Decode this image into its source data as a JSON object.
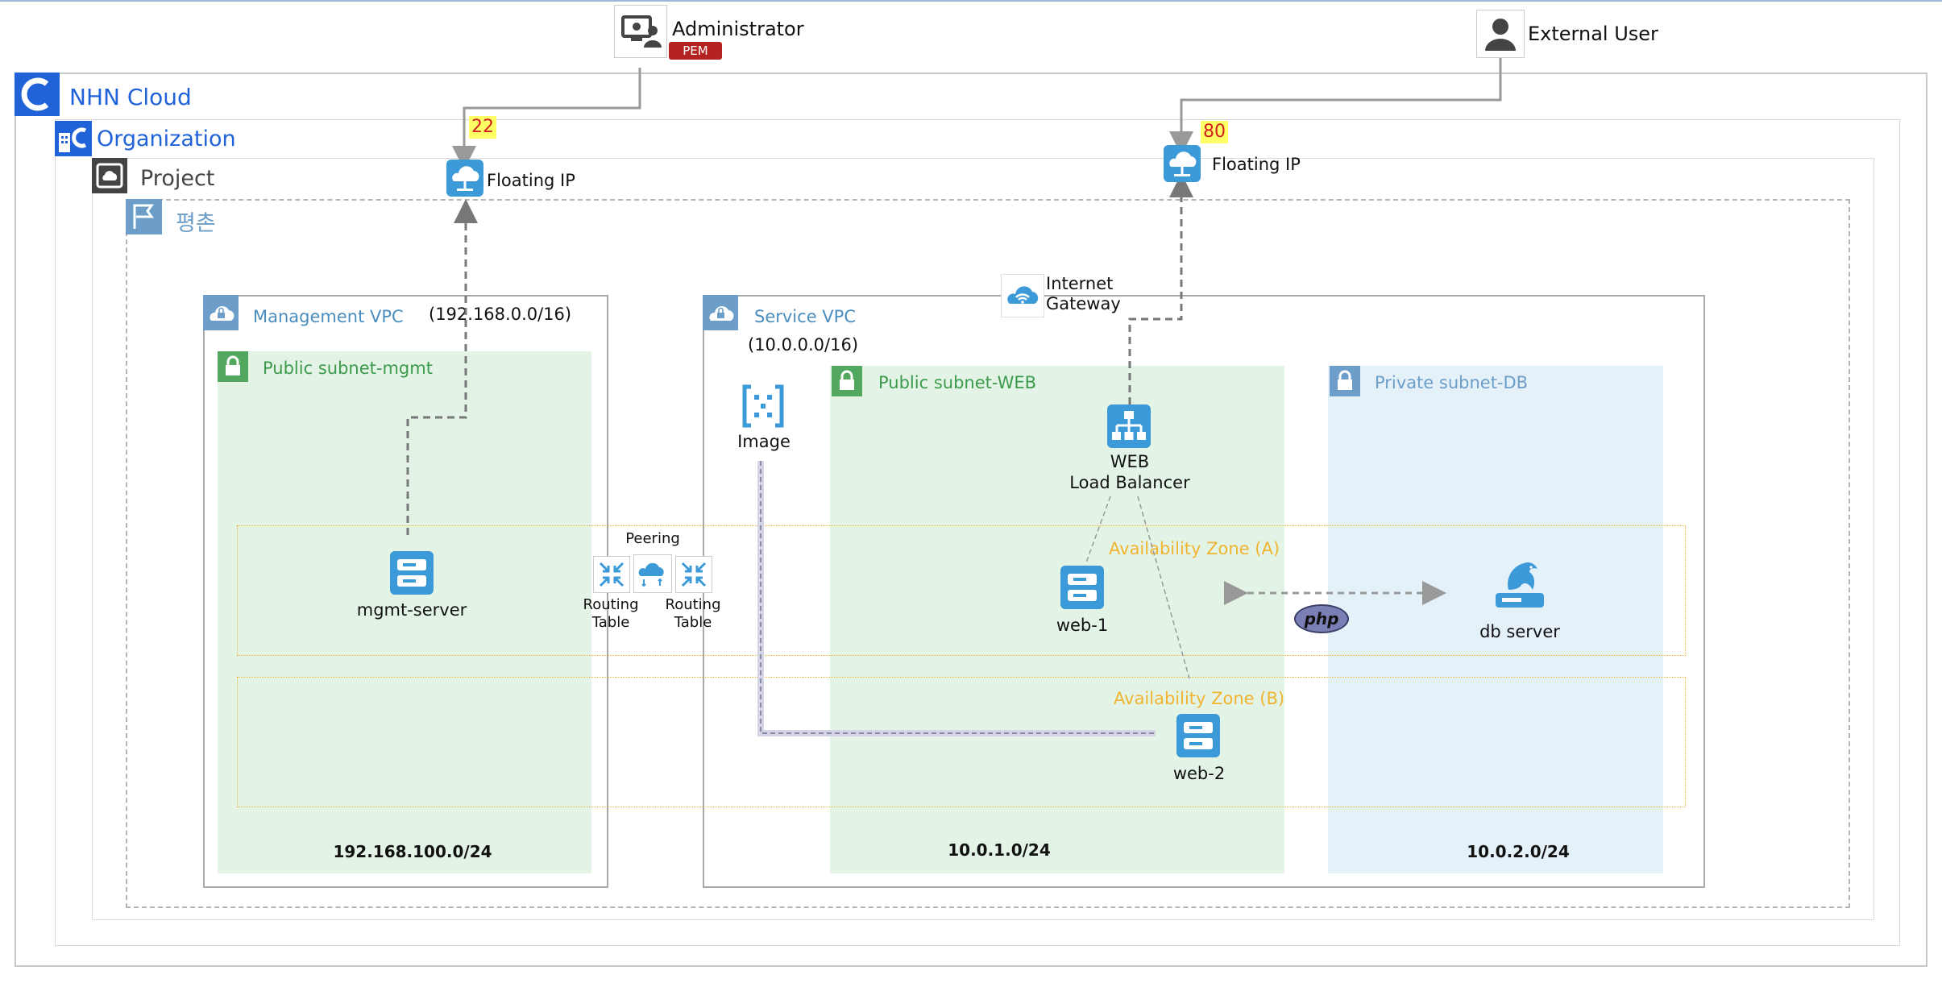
{
  "actors": {
    "administrator": "Administrator",
    "pem": "PEM",
    "external_user": "External User"
  },
  "containers": {
    "cloud": "NHN Cloud",
    "organization": "Organization",
    "project": "Project",
    "region": "평촌"
  },
  "floating_ip_left": {
    "label": "Floating IP",
    "port": "22"
  },
  "floating_ip_right": {
    "label": "Floating IP",
    "port": "80"
  },
  "internet_gateway": "Internet\nGateway",
  "mgmt_vpc": {
    "title": "Management VPC",
    "cidr": "(192.168.0.0/16)",
    "subnet": "Public subnet-mgmt",
    "subnet_cidr": "192.168.100.0/24",
    "server": "mgmt-server"
  },
  "service_vpc": {
    "title": "Service VPC",
    "cidr": "(10.0.0.0/16)",
    "image": "Image",
    "web_subnet": "Public subnet-WEB",
    "web_cidr": "10.0.1.0/24",
    "db_subnet": "Private subnet-DB",
    "db_cidr": "10.0.2.0/24",
    "lb": "WEB\nLoad Balancer",
    "web1": "web-1",
    "web2": "web-2",
    "db": "db server",
    "php": "php"
  },
  "peering": {
    "label": "Peering",
    "routing_left": "Routing\nTable",
    "routing_right": "Routing\nTable"
  },
  "zones": {
    "a": "Availability Zone (A)",
    "b": "Availability Zone (B)"
  },
  "colors": {
    "cloud_blue": "#2062d8",
    "icon_blue": "#3d9ad9",
    "subnet_green_bg": "#e3f4e6",
    "subnet_blue_bg": "#e5f1f9",
    "subnet_green_text": "#3c9a4c",
    "vpc_text": "#4a8ec0",
    "zone_orange": "#f0b430"
  }
}
